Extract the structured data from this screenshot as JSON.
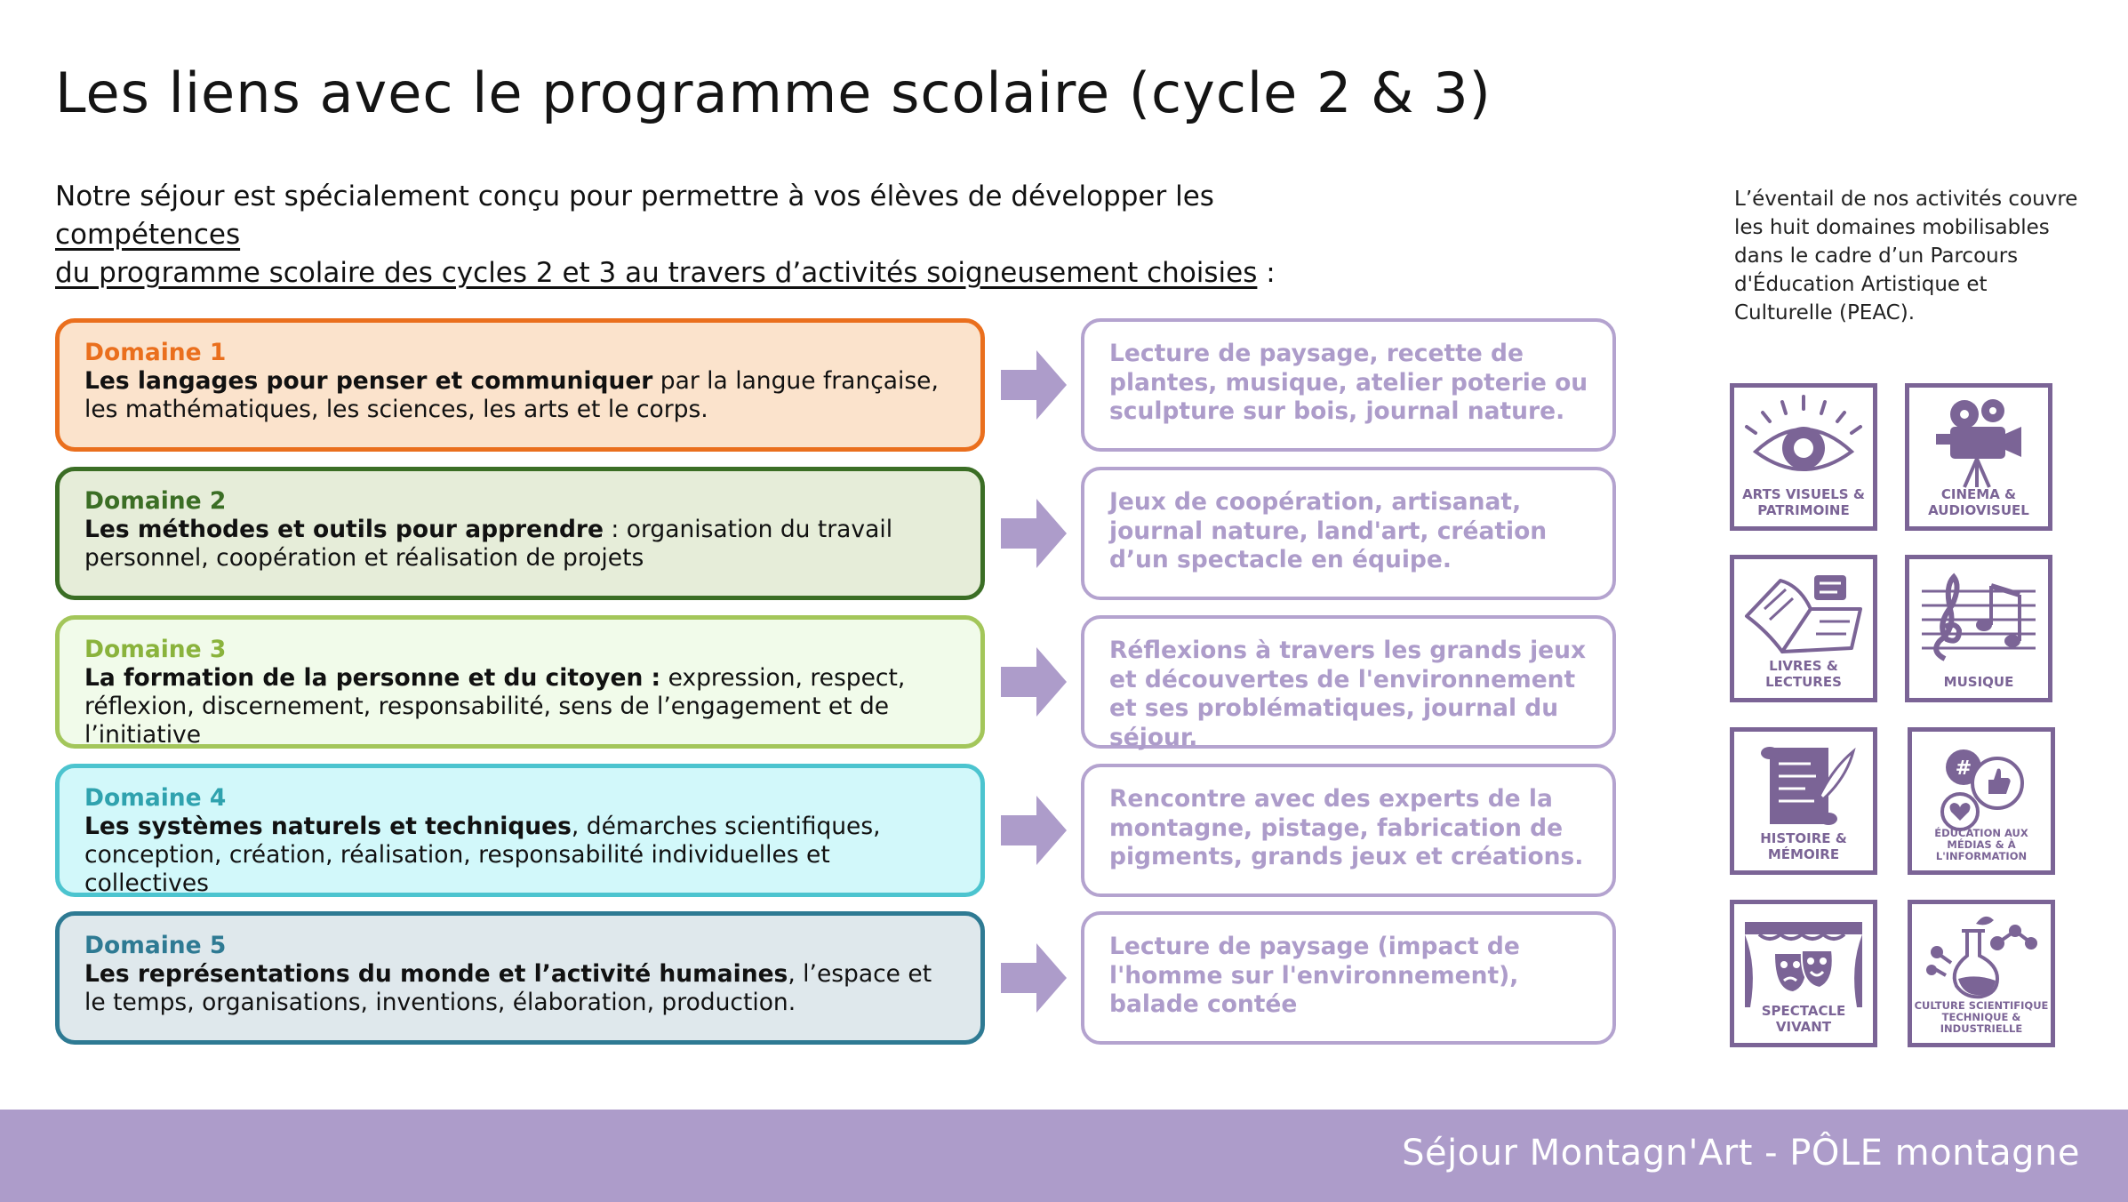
{
  "page": {
    "title": "Les liens avec le programme scolaire (cycle 2 & 3)",
    "intro_lead": "Notre séjour est spécialement conçu pour permettre à vos élèves de développer les ",
    "intro_link_1": "compétences",
    "intro_link_2": "du programme scolaire des cycles 2 et 3 au travers d’activités soigneusement choisies",
    "intro_tail": " :",
    "side_note": "L’éventail de nos activités couvre les huit domaines mobilisables dans le cadre d’un Parcours d'Éducation Artistique et Culturelle (PEAC)."
  },
  "domains": [
    {
      "label": "Domaine 1",
      "bold": "Les langages pour penser et communiquer",
      "rest": " par la langue française, les mathématiques, les sciences, les arts et le corps.",
      "activities": "Lecture de paysage, recette de plantes, musique, atelier poterie ou sculpture sur bois, journal nature.",
      "border_color": "#ea6f1d",
      "fill_color": "#fbe3cc",
      "label_color": "#ea6f1d"
    },
    {
      "label": "Domaine 2",
      "bold": "Les méthodes et outils pour apprendre",
      "rest": " : organisation du travail personnel, coopération et réalisation de projets",
      "activities": "Jeux de coopération, artisanat, journal nature, land'art, création d’un spectacle en équipe.",
      "border_color": "#3b6e25",
      "fill_color": "#e6edd9",
      "label_color": "#3b6e25"
    },
    {
      "label": "Domaine 3",
      "bold": "La formation de la personne et du citoyen :",
      "rest": " expression, respect, réflexion, discernement, responsabilité, sens de l’engagement et de l’initiative",
      "activities": "Réflexions à travers les grands jeux et découvertes de l'environnement et ses problématiques, journal du séjour.",
      "border_color": "#a3c65a",
      "fill_color": "#f1fbea",
      "label_color": "#8ab33c"
    },
    {
      "label": "Domaine 4",
      "bold": "Les systèmes naturels et techniques",
      "rest": ", démarches scientifiques, conception, création, réalisation, responsabilité individuelles et collectives",
      "activities": "Rencontre avec des experts de la montagne, pistage, fabrication de pigments, grands jeux et créations.",
      "border_color": "#4cc4cf",
      "fill_color": "#d2f8fa",
      "label_color": "#2fa2ae"
    },
    {
      "label": "Domaine 5",
      "bold": "Les représentations du monde et l’activité humaines",
      "rest": ", l’espace et le temps, organisations, inventions, élaboration, production.",
      "activities": "Lecture de paysage (impact de l'homme sur l'environnement), balade contée",
      "border_color": "#2e7a93",
      "fill_color": "#dfe8ec",
      "label_color": "#2e7a93"
    }
  ],
  "peac_domains": [
    {
      "label": "ARTS VISUELS & PATRIMOINE",
      "icon": "eye-icon"
    },
    {
      "label": "CINEMA & AUDIOVISUEL",
      "icon": "film-camera-icon"
    },
    {
      "label": "LIVRES & LECTURES",
      "icon": "open-book-icon"
    },
    {
      "label": "MUSIQUE",
      "icon": "music-staff-icon"
    },
    {
      "label": "HISTOIRE & MÉMOIRE",
      "icon": "scroll-quill-icon"
    },
    {
      "label": "ÉDUCATION AUX MÉDIAS & À L'INFORMATION",
      "icon": "speech-bubbles-icon"
    },
    {
      "label": "SPECTACLE VIVANT",
      "icon": "theater-masks-icon"
    },
    {
      "label": "CULTURE SCIENTIFIQUE TECHNIQUE & INDUSTRIELLE",
      "icon": "flask-molecule-icon"
    }
  ],
  "colors": {
    "accent": "#ad9cca",
    "icon_stroke": "#7b6496",
    "arrow": "#ad9cca"
  },
  "footer": {
    "text": "Séjour Montagn'Art - PÔLE montagne"
  }
}
